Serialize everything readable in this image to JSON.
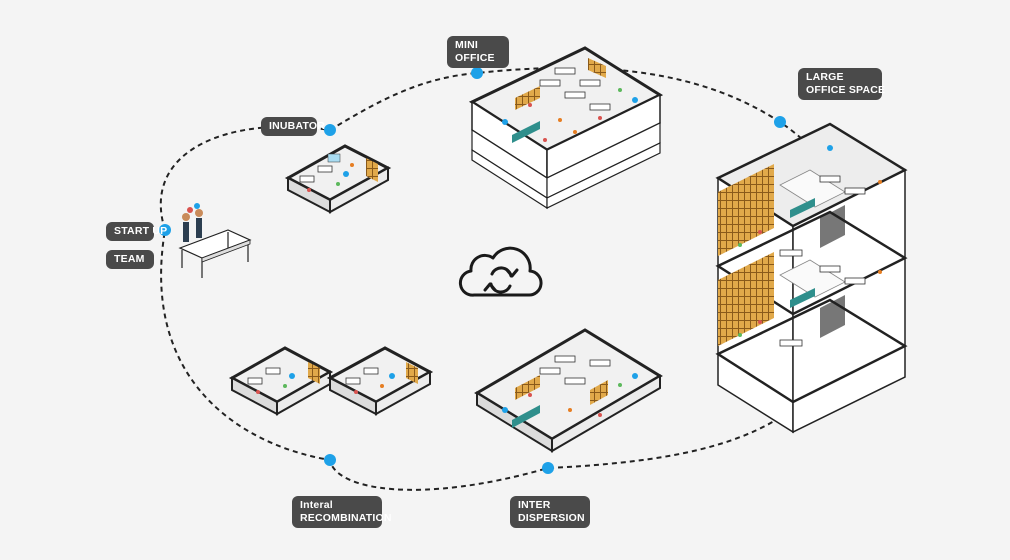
{
  "colors": {
    "background": "#f4f4f4",
    "label_bg": "#4a4a4a",
    "label_text": "#ffffff",
    "node_dot": "#1ea1e8",
    "path_line": "#222222",
    "wall": "#222222",
    "floor": "#f1f1f1",
    "shelf": "#e1a94a",
    "partition": "#2f8f8c"
  },
  "icons": {
    "center": "cloud-sync-icon"
  },
  "labels": {
    "startup": "START UP",
    "team": "TEAM",
    "incubator": "INUBATOR",
    "mini_office_line1": "MINI",
    "mini_office_line2": "OFFICE",
    "large_office_line1": "LARGE",
    "large_office_line2": "OFFICE SPACE",
    "internal_recomb_line1": "Interal",
    "internal_recomb_line2": "RECOMBINATION",
    "inter_dispersion_line1": "INTER",
    "inter_dispersion_line2": "DISPERSION"
  }
}
